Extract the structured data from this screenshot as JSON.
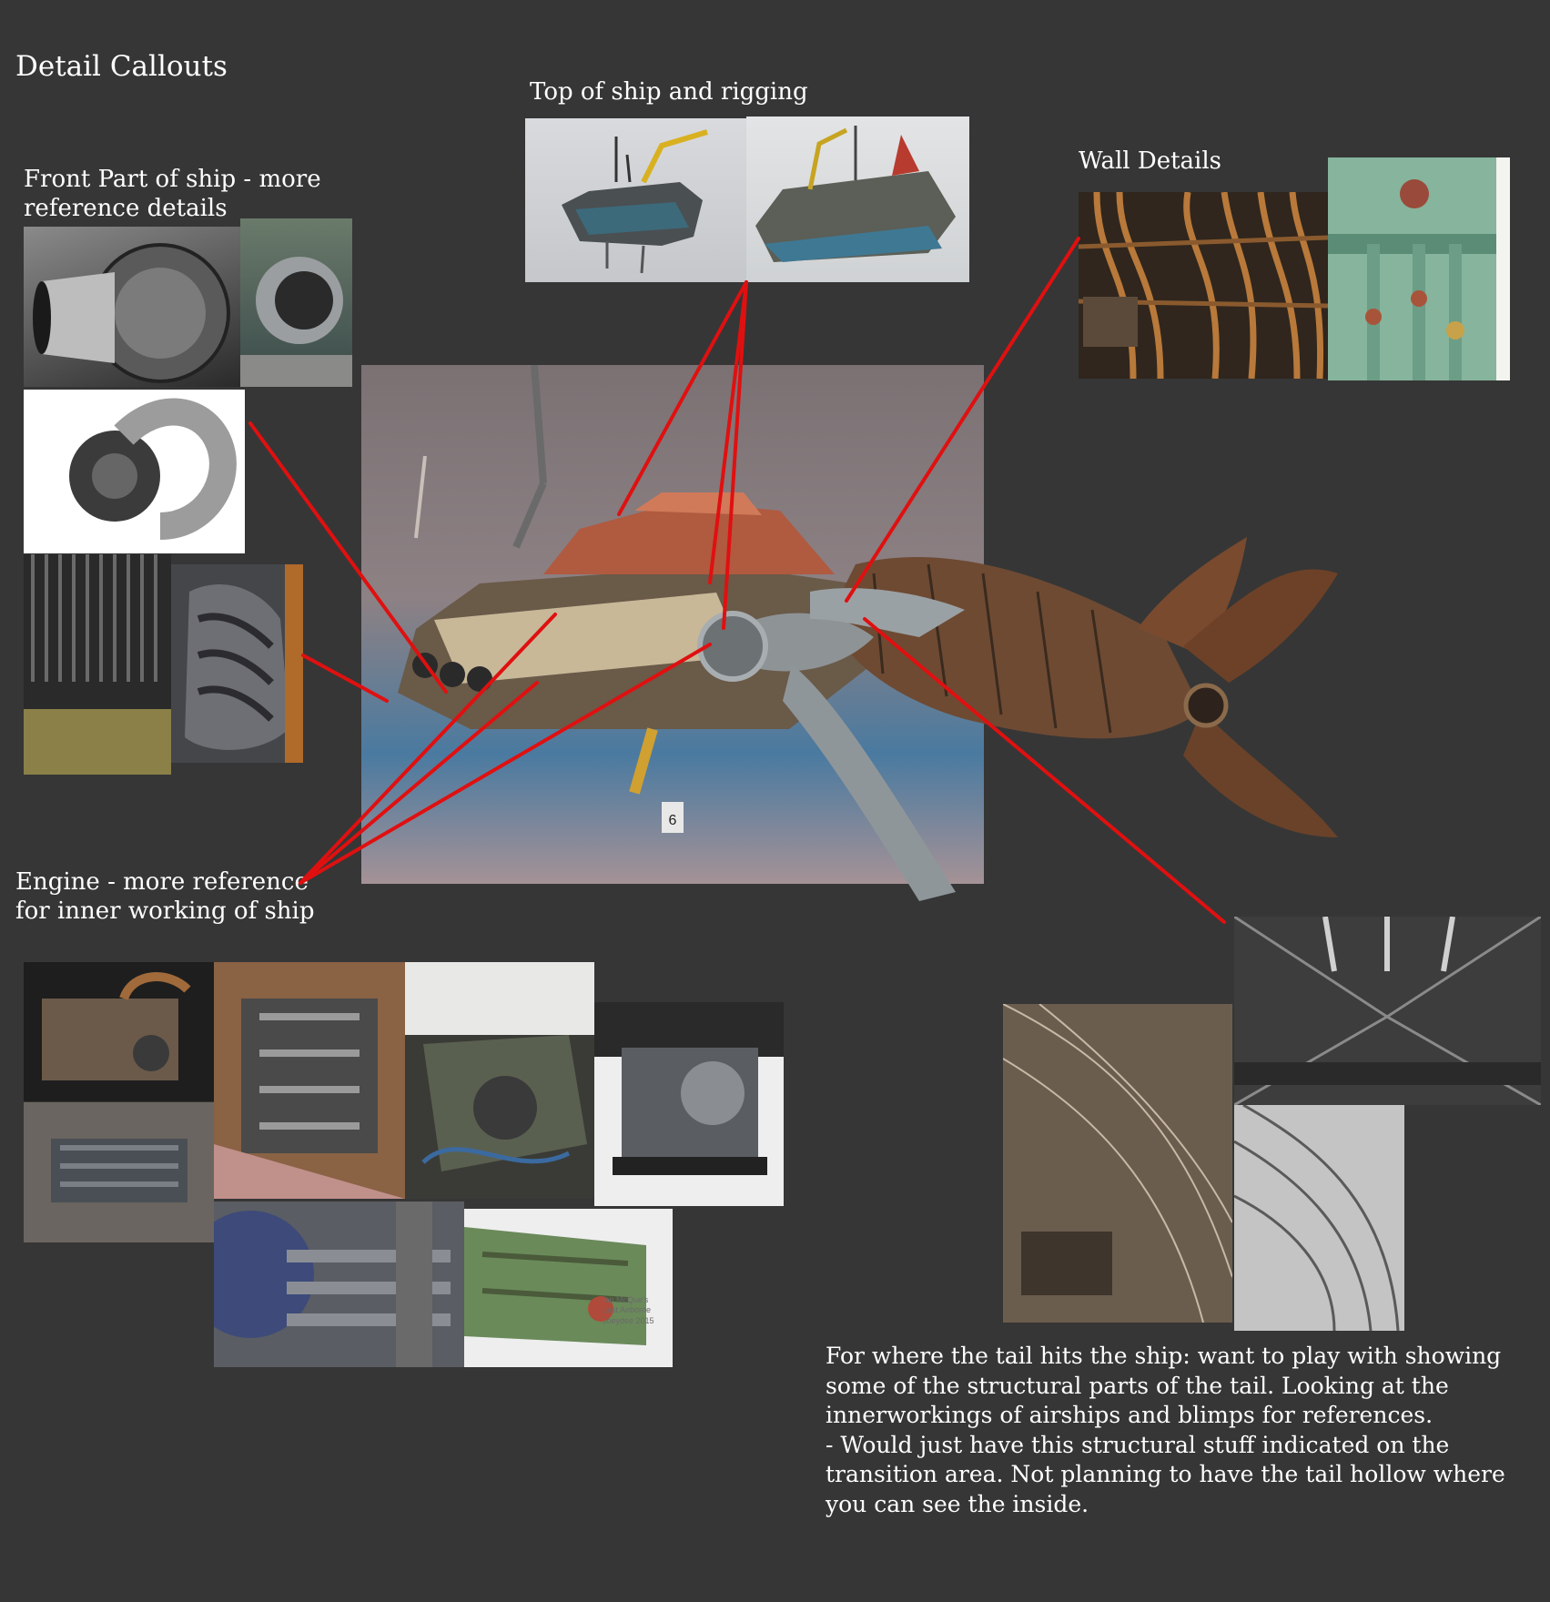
{
  "page_title": "Detail Callouts",
  "labels": {
    "top_rigging": "Top of ship and rigging",
    "wall_details": "Wall Details",
    "front_part": "Front Part of ship - more\nreference details",
    "engine": "Engine - more reference\nfor inner working of ship"
  },
  "notes": {
    "tail_transition": "For where the tail hits the ship: want to play with showing some of the structural parts of the tail. Looking at the innerworkings of airships and blimps for references.\n - Would just have this structural stuff indicated on the transition area. Not planning to have the tail hollow where you can see the inside."
  },
  "image_texts": {
    "ship_number": "6",
    "watermark": "Ian McQue's\nLast Airborne\nJoeydee 2015"
  },
  "colors": {
    "background": "#363636",
    "callout_line": "#e01010",
    "text": "#ffffff"
  }
}
